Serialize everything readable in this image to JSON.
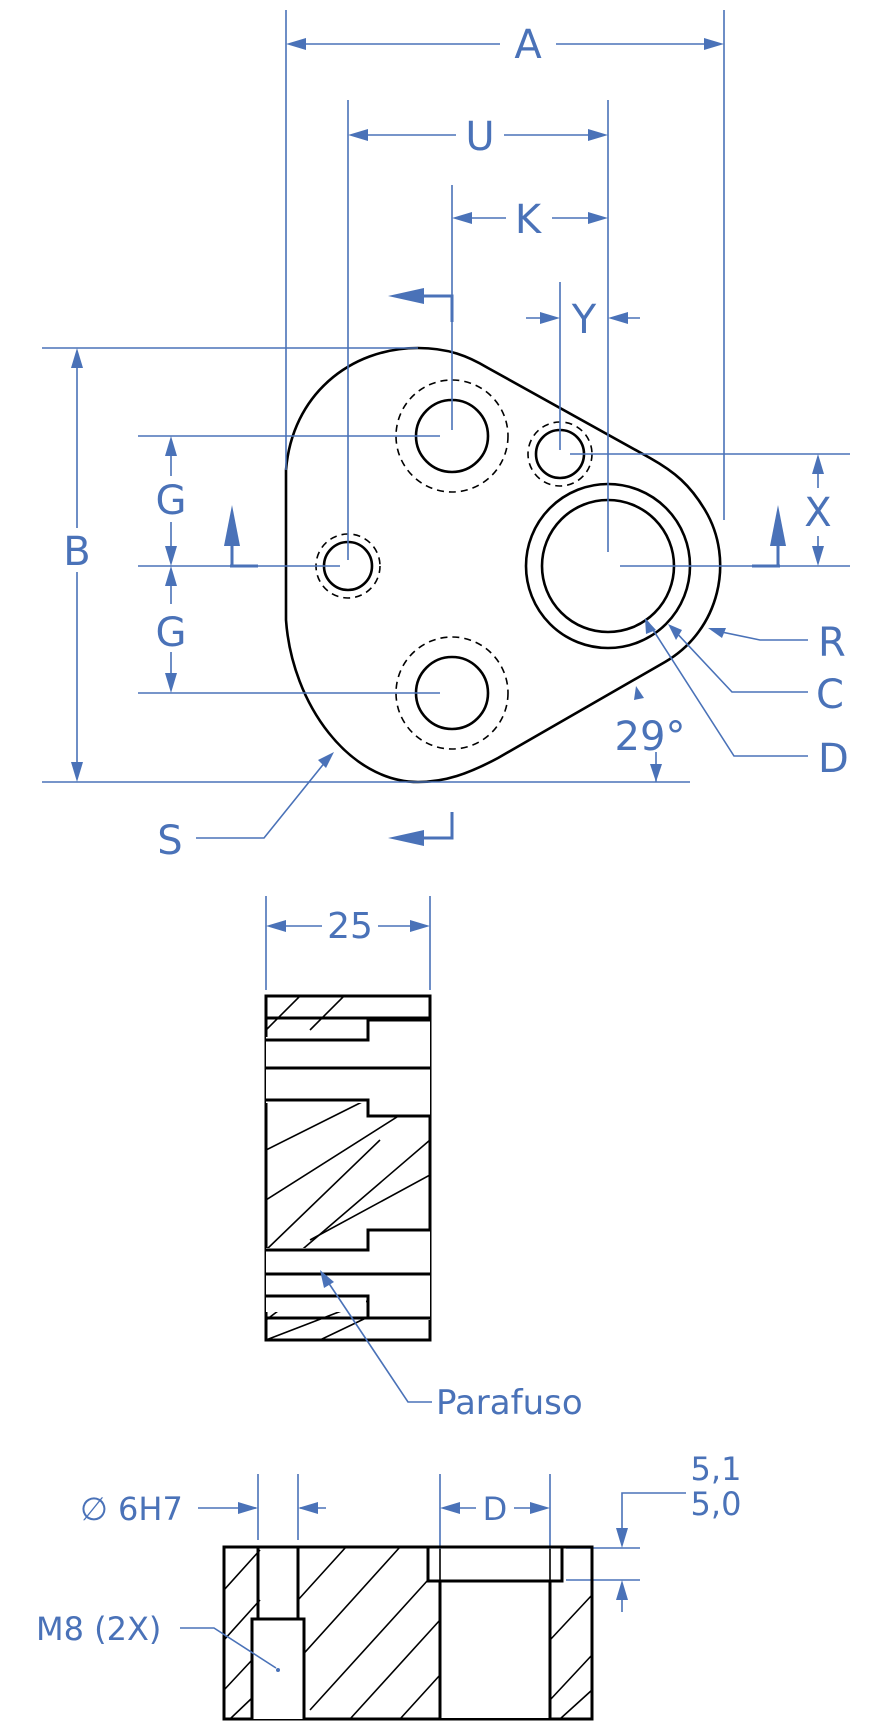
{
  "top_view": {
    "labels": {
      "A": "A",
      "U": "U",
      "K": "K",
      "Y": "Y",
      "X": "X",
      "B": "B",
      "G1": "G",
      "G2": "G",
      "R": "R",
      "C": "C",
      "D": "D",
      "S": "S",
      "angle": "29°"
    }
  },
  "section_view": {
    "width_dim": "25",
    "callout": "Parafuso"
  },
  "bottom_view": {
    "hole_fit": "∅ 6H7",
    "d_dim": "D",
    "depth_upper": "5,1",
    "depth_lower": "5,0",
    "thread_callout": "M8 (2X)"
  },
  "colors": {
    "dimension": "#4a72b8",
    "outline": "#000000"
  }
}
